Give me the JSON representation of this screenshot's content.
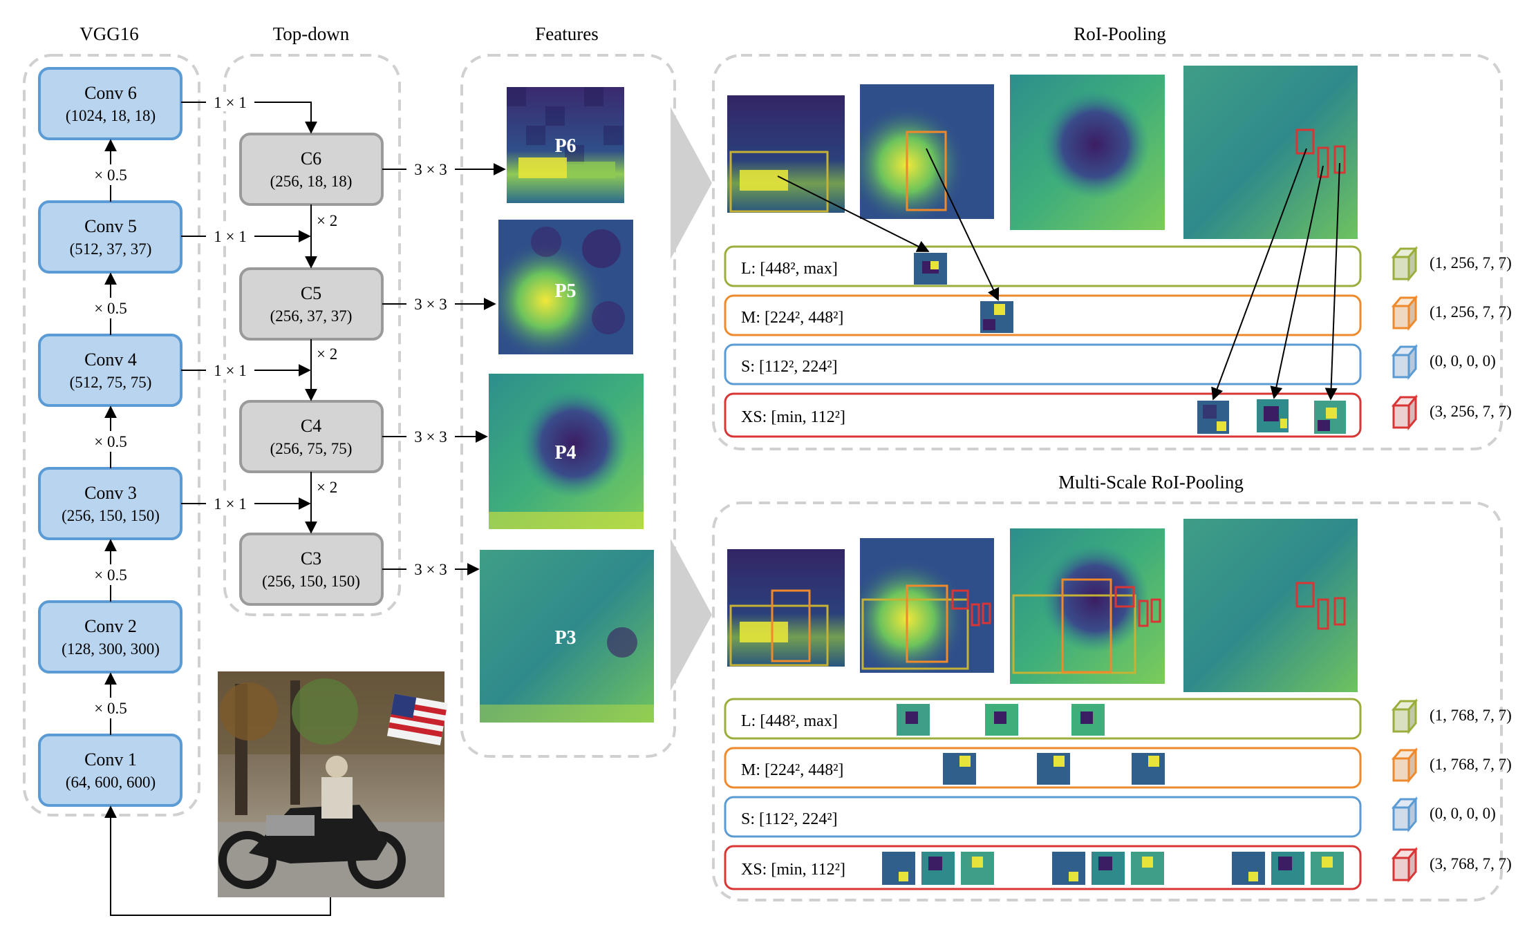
{
  "headers": {
    "vgg": "VGG16",
    "topdown": "Top-down",
    "features": "Features",
    "roi": "RoI-Pooling",
    "msroi": "Multi-Scale RoI-Pooling"
  },
  "vgg_blocks": [
    {
      "name": "Conv 6",
      "shape": "(1024, 18, 18)"
    },
    {
      "name": "Conv 5",
      "shape": "(512, 37, 37)"
    },
    {
      "name": "Conv 4",
      "shape": "(512, 75, 75)"
    },
    {
      "name": "Conv 3",
      "shape": "(256, 150, 150)"
    },
    {
      "name": "Conv 2",
      "shape": "(128, 300, 300)"
    },
    {
      "name": "Conv 1",
      "shape": "(64, 600, 600)"
    }
  ],
  "vgg_scale_labels": [
    "× 0.5",
    "× 0.5",
    "× 0.5",
    "× 0.5",
    "× 0.5"
  ],
  "lateral_labels": [
    "1 × 1",
    "1 × 1",
    "1 × 1",
    "1 × 1"
  ],
  "td_blocks": [
    {
      "name": "C6",
      "shape": "(256, 18, 18)"
    },
    {
      "name": "C5",
      "shape": "(256, 37, 37)"
    },
    {
      "name": "C4",
      "shape": "(256, 75, 75)"
    },
    {
      "name": "C3",
      "shape": "(256, 150, 150)"
    }
  ],
  "upsample_labels": [
    "× 2",
    "× 2",
    "× 2"
  ],
  "conv_labels": [
    "3 × 3",
    "3 × 3",
    "3 × 3",
    "3 × 3"
  ],
  "feature_labels": [
    "P6",
    "P5",
    "P4",
    "P3"
  ],
  "roi_rows": [
    {
      "label": "L: [448², max]",
      "color": "#9aae3c",
      "output": "(1, 256, 7, 7)"
    },
    {
      "label": "M: [224², 448²]",
      "color": "#ee8a2c",
      "output": "(1, 256, 7, 7)"
    },
    {
      "label": "S: [112², 224²]",
      "color": "#5a9bd4",
      "output": "(0,  0,  0,  0)"
    },
    {
      "label": "XS: [min, 112²]",
      "color": "#d93535",
      "output": "(3, 256, 7, 7)"
    }
  ],
  "msroi_rows": [
    {
      "label": "L: [448², max]",
      "color": "#9aae3c",
      "output": "(1, 768, 7, 7)"
    },
    {
      "label": "M: [224², 448²]",
      "color": "#ee8a2c",
      "output": "(1, 768, 7, 7)"
    },
    {
      "label": "S: [112², 224²]",
      "color": "#5a9bd4",
      "output": "(0,  0,  0,  0)"
    },
    {
      "label": "XS: [min, 112²]",
      "color": "#d93535",
      "output": "(3, 768, 7, 7)"
    }
  ],
  "colors": {
    "vgg_fill": "#b8d4ef",
    "vgg_stroke": "#5b9bd5",
    "td_fill": "#d4d4d4",
    "td_stroke": "#9a9a9a",
    "dash": "#d0d0d0",
    "heat_low": "#3b1d63",
    "heat_mid": "#2a8c8a",
    "heat_high": "#e8e93a"
  }
}
